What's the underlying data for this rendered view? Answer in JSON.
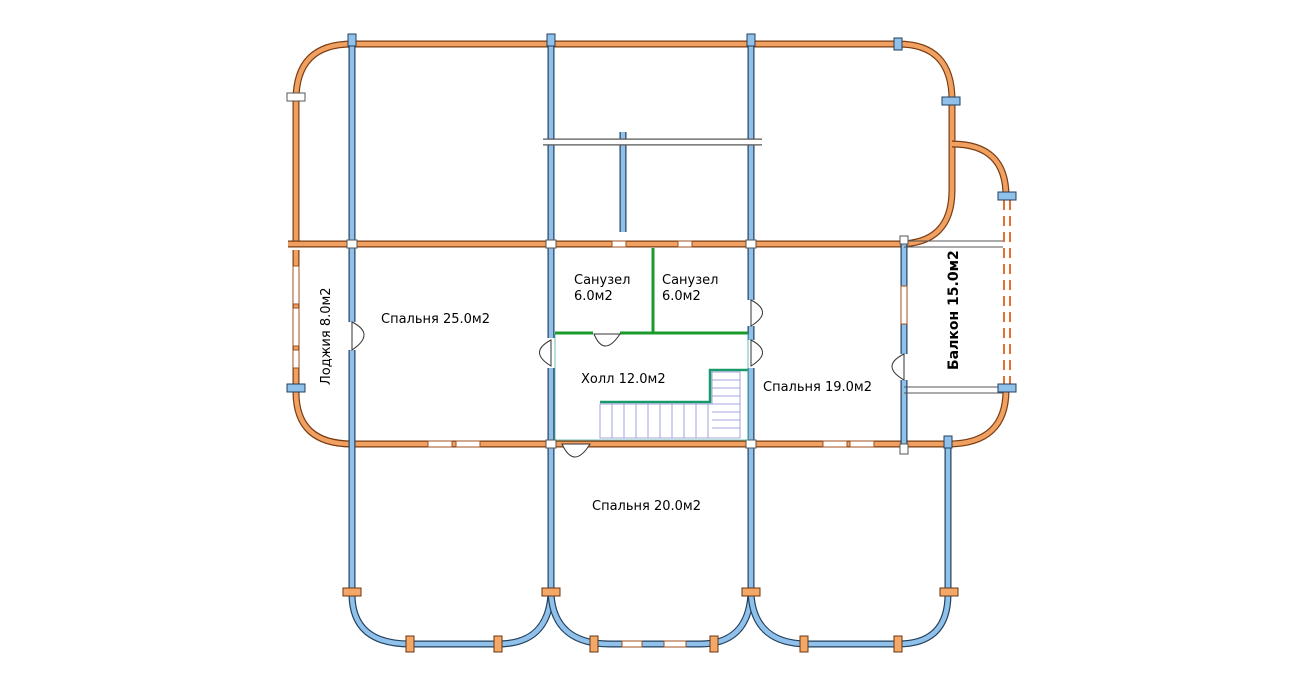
{
  "rooms": {
    "bathroom_1": {
      "name": "Санузел",
      "area": "6.0м2"
    },
    "bathroom_2": {
      "name": "Санузел",
      "area": "6.0м2"
    },
    "bedroom_25": "Спальня 25.0м2",
    "loggia": "Лоджия 8.0м2",
    "hall": "Холл 12.0м2",
    "bedroom_19": "Спальня 19.0м2",
    "bedroom_20": "Спальня 20.0м2",
    "balcony": "Балкон 15.0м2"
  },
  "colors": {
    "exterior_wall": "#f0a060",
    "interior_wall": "#8fc1ea",
    "bathroom_partition": "#1a9a2a",
    "stair": "#8a8ad8"
  }
}
